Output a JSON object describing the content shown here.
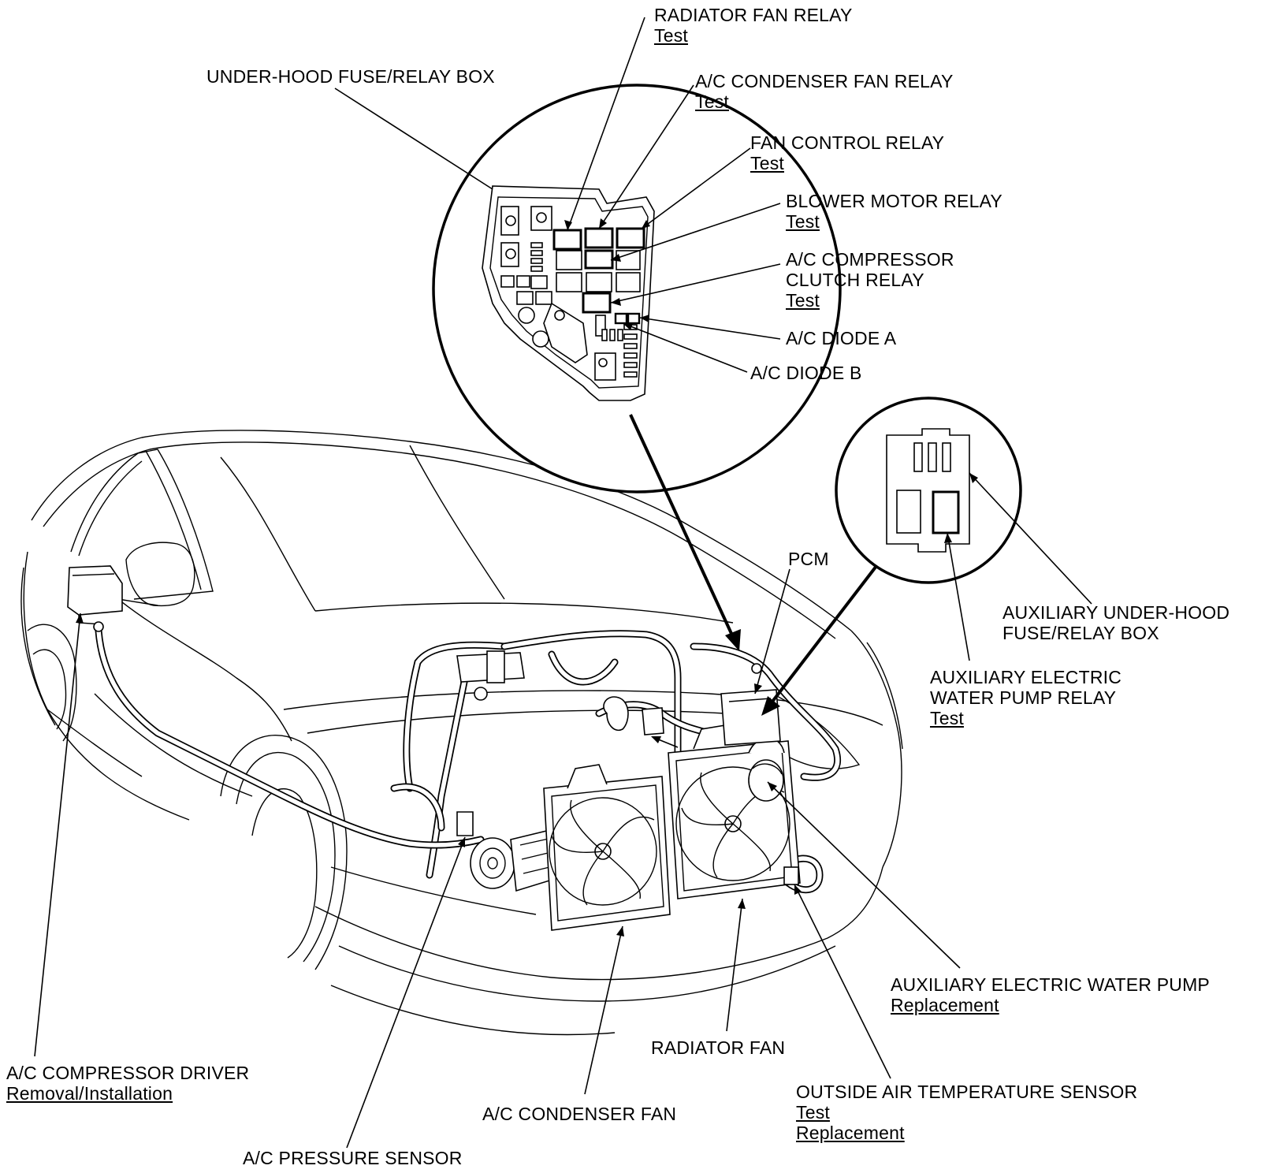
{
  "labels": {
    "radiator_fan_relay": {
      "title": "RADIATOR FAN RELAY",
      "links": [
        "Test"
      ]
    },
    "under_hood_box": {
      "title": "UNDER-HOOD FUSE/RELAY BOX"
    },
    "ac_condenser_fan_relay": {
      "title": "A/C CONDENSER FAN RELAY",
      "links": [
        "Test"
      ]
    },
    "fan_control_relay": {
      "title": "FAN CONTROL RELAY",
      "links": [
        "Test"
      ]
    },
    "blower_motor_relay": {
      "title": "BLOWER MOTOR RELAY",
      "links": [
        "Test"
      ]
    },
    "ac_compressor_clutch_relay": {
      "title_1": "A/C COMPRESSOR",
      "title_2": "CLUTCH RELAY",
      "links": [
        "Test"
      ]
    },
    "ac_diode_a": {
      "title": "A/C DIODE A"
    },
    "ac_diode_b": {
      "title": "A/C DIODE B"
    },
    "pcm": {
      "title": "PCM"
    },
    "aux_under_hood_box": {
      "title_1": "AUXILIARY UNDER-HOOD",
      "title_2": "FUSE/RELAY BOX"
    },
    "aux_water_pump_relay": {
      "title_1": "AUXILIARY ELECTRIC",
      "title_2": "WATER PUMP RELAY",
      "links": [
        "Test"
      ]
    },
    "aux_water_pump": {
      "title": "AUXILIARY ELECTRIC WATER PUMP",
      "links": [
        "Replacement"
      ]
    },
    "ac_compressor_driver": {
      "title": "A/C COMPRESSOR DRIVER",
      "links": [
        "Removal/Installation"
      ]
    },
    "radiator_fan": {
      "title": "RADIATOR FAN"
    },
    "outside_air_temp_sensor": {
      "title": "OUTSIDE AIR TEMPERATURE SENSOR",
      "links": [
        "Test",
        "Replacement"
      ]
    },
    "ac_condenser_fan": {
      "title": "A/C CONDENSER FAN"
    },
    "ac_pressure_sensor": {
      "title": "A/C PRESSURE SENSOR"
    }
  }
}
